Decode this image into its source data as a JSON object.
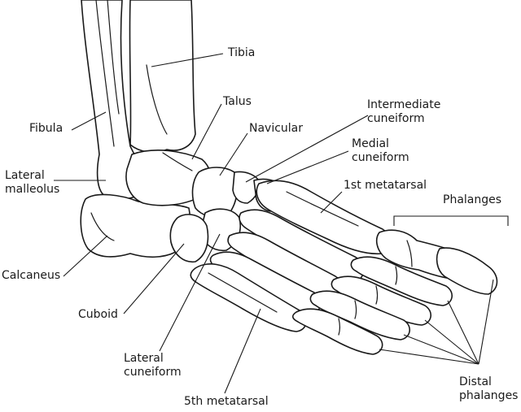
{
  "labels": {
    "tibia": "Tibia",
    "fibula": "Fibula",
    "talus": "Talus",
    "navicular": "Navicular",
    "intermediate_cuneiform": [
      "Intermediate",
      "cuneiform"
    ],
    "medial_cuneiform": [
      "Medial",
      "cuneiform"
    ],
    "lateral_malleolus": [
      "Lateral",
      "malleolus"
    ],
    "first_metatarsal": "1st metatarsal",
    "phalanges": "Phalanges",
    "calcaneus": "Calcaneus",
    "cuboid": "Cuboid",
    "lateral_cuneiform": [
      "Lateral",
      "cuneiform"
    ],
    "fifth_metatarsal": "5th metatarsal",
    "distal_phalanges": [
      "Distal",
      "phalanges"
    ]
  },
  "colors": {
    "line": "#1a1a1a",
    "background": "#ffffff"
  }
}
